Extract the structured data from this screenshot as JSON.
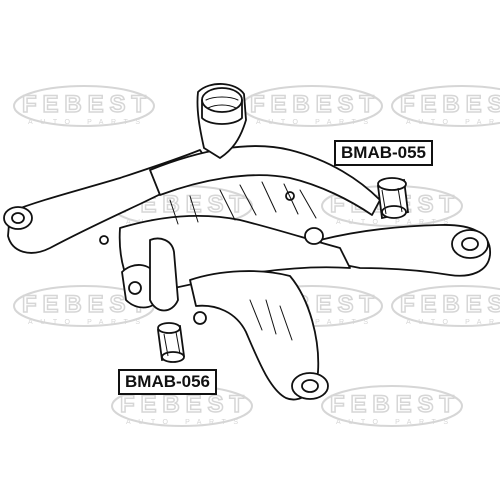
{
  "watermark": {
    "brand": "FEBEST",
    "sub": "AUTO PARTS"
  },
  "parts": [
    {
      "label": "BMAB-055"
    },
    {
      "label": "BMAB-056"
    }
  ],
  "colors": {
    "ink": "#111111",
    "watermark": "#d6d6d6",
    "paper": "#ffffff"
  }
}
